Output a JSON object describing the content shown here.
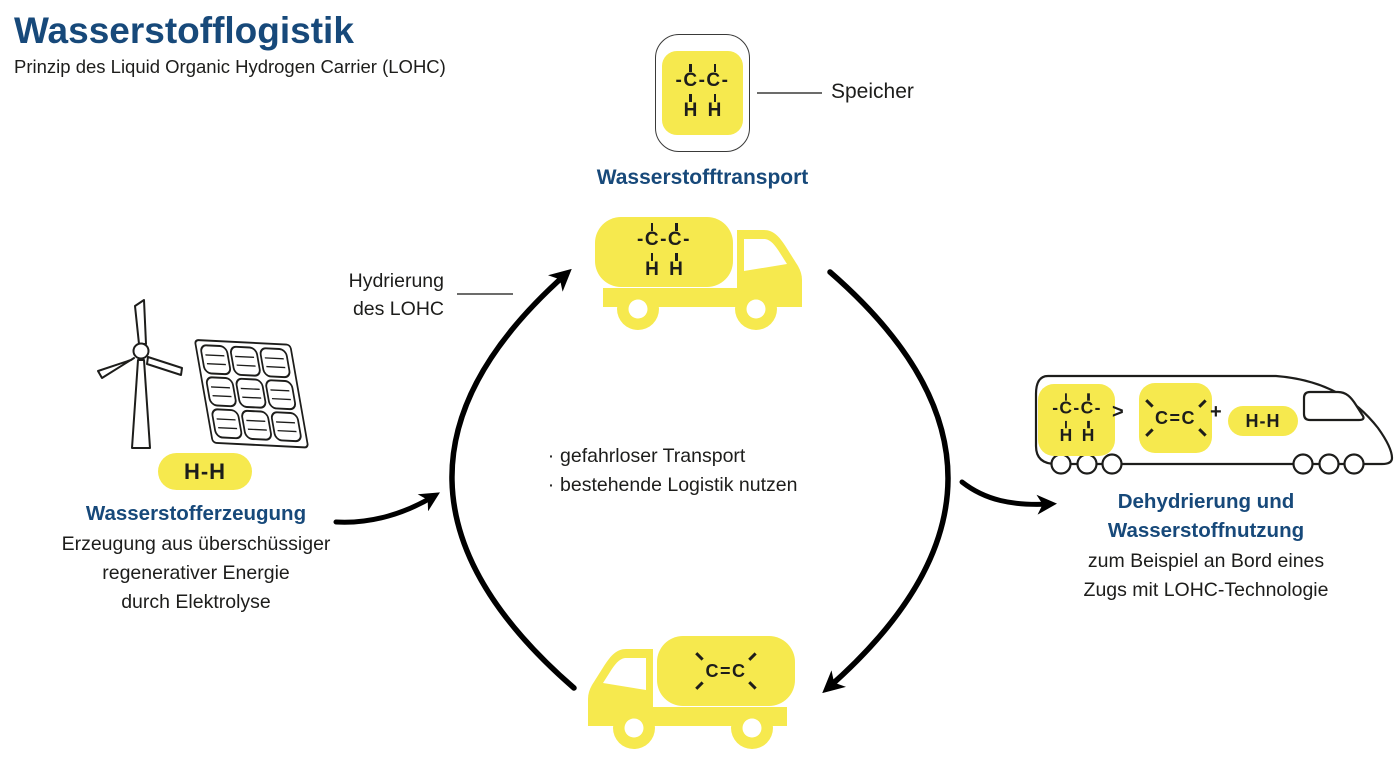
{
  "colors": {
    "navy": "#17497A",
    "yellow": "#F6E94E",
    "ink": "#1D1D1B",
    "line_gray": "#575756"
  },
  "header": {
    "title": "Wasserstofflogistik",
    "subtitle": "Prinzip des Liquid Organic Hydrogen Carrier (LOHC)"
  },
  "storage": {
    "label": "Speicher"
  },
  "transport": {
    "title": "Wasserstofftransport"
  },
  "hydrogenation": {
    "line1": "Hydrierung",
    "line2": "des LOHC"
  },
  "benefits": {
    "bullet": "·",
    "items": [
      "gefahrloser Transport",
      "bestehende Logistik nutzen"
    ]
  },
  "production": {
    "title": "Wasserstofferzeugung",
    "lines": [
      "Erzeugung aus überschüssiger",
      "regenerativer Energie",
      "durch Elektrolyse"
    ]
  },
  "dehydrogenation": {
    "title_lines": [
      "Dehydrierung und",
      "Wasserstoffnutzung"
    ],
    "lines": [
      "zum Beispiel an Bord eines",
      "Zugs mit LOHC-Technologie"
    ]
  },
  "molecules": {
    "chain": "-C-C-",
    "h": "H",
    "hh": "H-H",
    "double_bond": "C=C",
    "reaction_arrow": ">",
    "plus": "+"
  }
}
